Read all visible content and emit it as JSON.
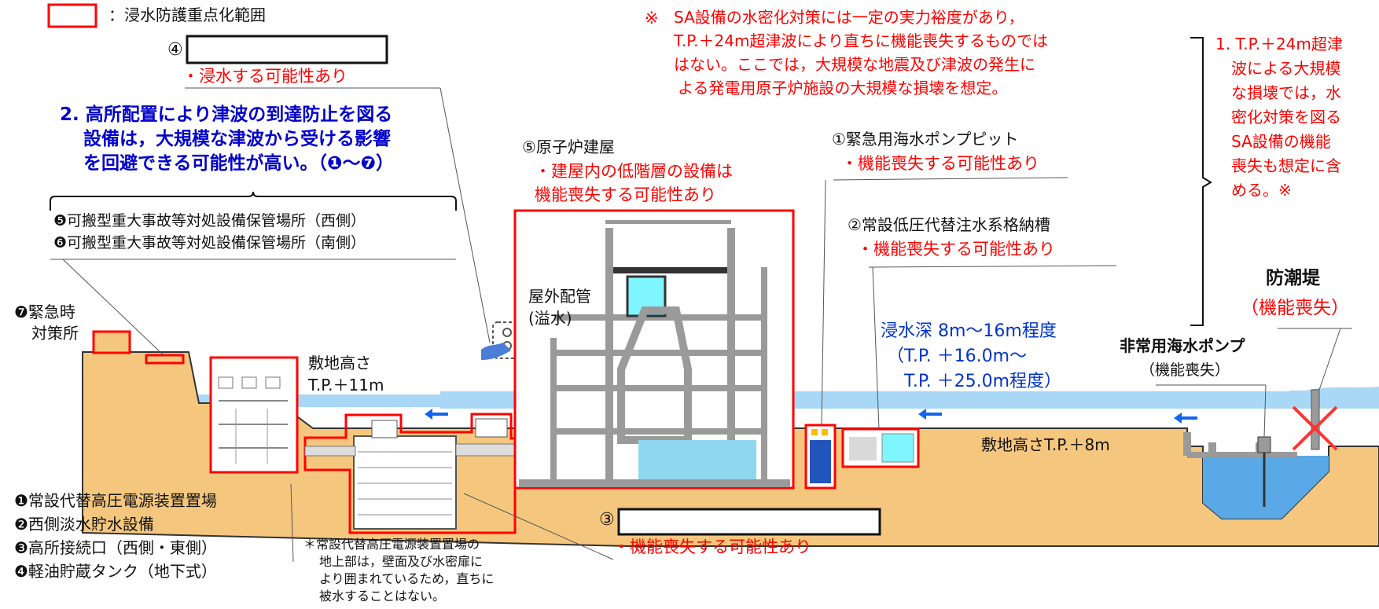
{
  "legend": {
    "label": "：浸水防護重点化範囲"
  },
  "callouts": {
    "c4": {
      "number": "④",
      "note": "・浸水する可能性あり"
    },
    "c3": {
      "number": "③",
      "note": "・機能喪失する可能性あり"
    },
    "reactor": {
      "title": "⑤原子炉建屋",
      "note1": "・建屋内の低階層の設備は",
      "note2": "機能喪失する可能性あり"
    },
    "pumppit": {
      "title": "①緊急用海水ポンプピット",
      "note": "・機能喪失する可能性あり"
    },
    "tank": {
      "title": "②常設低圧代替注水系格納槽",
      "note": "・機能喪失する可能性あり"
    }
  },
  "top_note": {
    "mark": "※",
    "lines": [
      "SA設備の水密化対策には一定の実力裕度があり，",
      "T.P.＋24m超津波により直ちに機能喪失するものでは",
      "はない。ここでは，大規模な地震及び津波の発生に",
      "よる発電用原子炉施設の大規模な損壊を想定。"
    ]
  },
  "right_note": {
    "lines": [
      "1. T.P.＋24m超津",
      "波による大規模",
      "な損壊では，水",
      "密化対策を図る",
      "SA設備の機能",
      "喪失も想定に含",
      "める。※"
    ]
  },
  "blue_note": {
    "lines": [
      "2. 高所配置により津波の到達防止を図る",
      "設備は，大規模な津波から受ける影響",
      "を回避できる可能性が高い。（❶～❼）"
    ]
  },
  "storage": {
    "item5": "❺可搬型重大事故等対処設備保管場所（西側）",
    "item6": "❻可搬型重大事故等対処設備保管場所（南側）"
  },
  "emergency": {
    "line1": "❼緊急時",
    "line2": "対策所"
  },
  "site_height_west": {
    "line1": "敷地高さ",
    "line2": "T.P.＋11m"
  },
  "site_height_east": "敷地高さT.P.＋8m",
  "outdoor_piping": {
    "line1": "屋外配管",
    "line2": "(溢水)"
  },
  "inundation": {
    "line1": "浸水深 8m～16m程度",
    "line2": "（T.P. ＋16.0m～",
    "line3": "T.P. ＋25.0m程度）"
  },
  "seawall": {
    "title": "防潮堤",
    "status": "（機能喪失）"
  },
  "sea_pump": {
    "title": "非常用海水ポンプ",
    "status": "（機能喪失）"
  },
  "facilities": [
    "❶常設代替高圧電源装置置場",
    "❷西側淡水貯水設備",
    "❸高所接続口（西側・東側）",
    "❹軽油貯蔵タンク（地下式）"
  ],
  "footnote": {
    "lines": [
      "＊常設代替高圧電源装置置場の",
      "地上部は，壁面及び水密扉に",
      "より囲まれているため，直ちに",
      "被水することはない。"
    ]
  },
  "colors": {
    "ground": "#f5c77e",
    "water": "#a8d8f5",
    "building": "#9a9a9a",
    "highlight": "#ff0000",
    "blue_text": "#0033cc"
  }
}
